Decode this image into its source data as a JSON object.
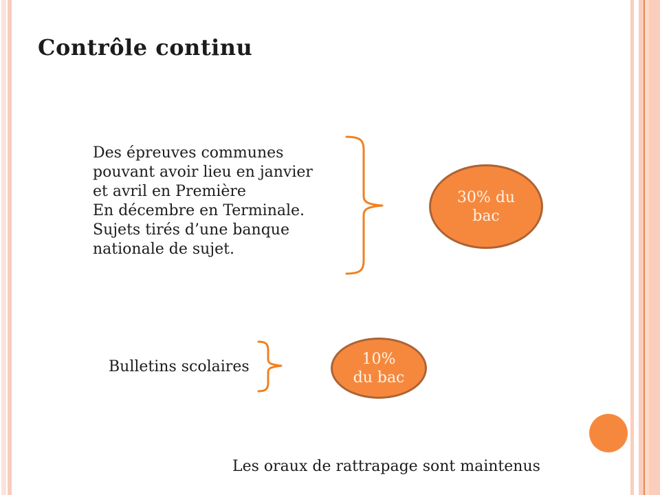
{
  "slide": {
    "title": "Contrôle continu",
    "footer": "Les oraux de rattrapage sont maintenus"
  },
  "exam_block": {
    "lines": [
      "Des épreuves communes",
      "pouvant avoir lieu en janvier",
      "et avril en Première",
      "En décembre en Terminale.",
      "Sujets tirés d’une banque",
      "nationale de sujet."
    ],
    "badge": {
      "lines": [
        "30% du",
        "bac"
      ]
    }
  },
  "bulletins_block": {
    "label": "Bulletins scolaires",
    "badge": {
      "lines": [
        "10%",
        "du bac"
      ]
    }
  },
  "colors": {
    "text": "#1c1c1c",
    "accent-orange": "#F6883E",
    "badge-border": "#AC6335",
    "badge-text": "#FDF3E5",
    "brace": "#F0801F",
    "stripe-pale": "#FBE3DA",
    "stripe-strong": "#F8CDBC",
    "band-base": "#FBCEBC",
    "band-dark": "#DE8A5A",
    "band-light": "#FDD9C8"
  }
}
